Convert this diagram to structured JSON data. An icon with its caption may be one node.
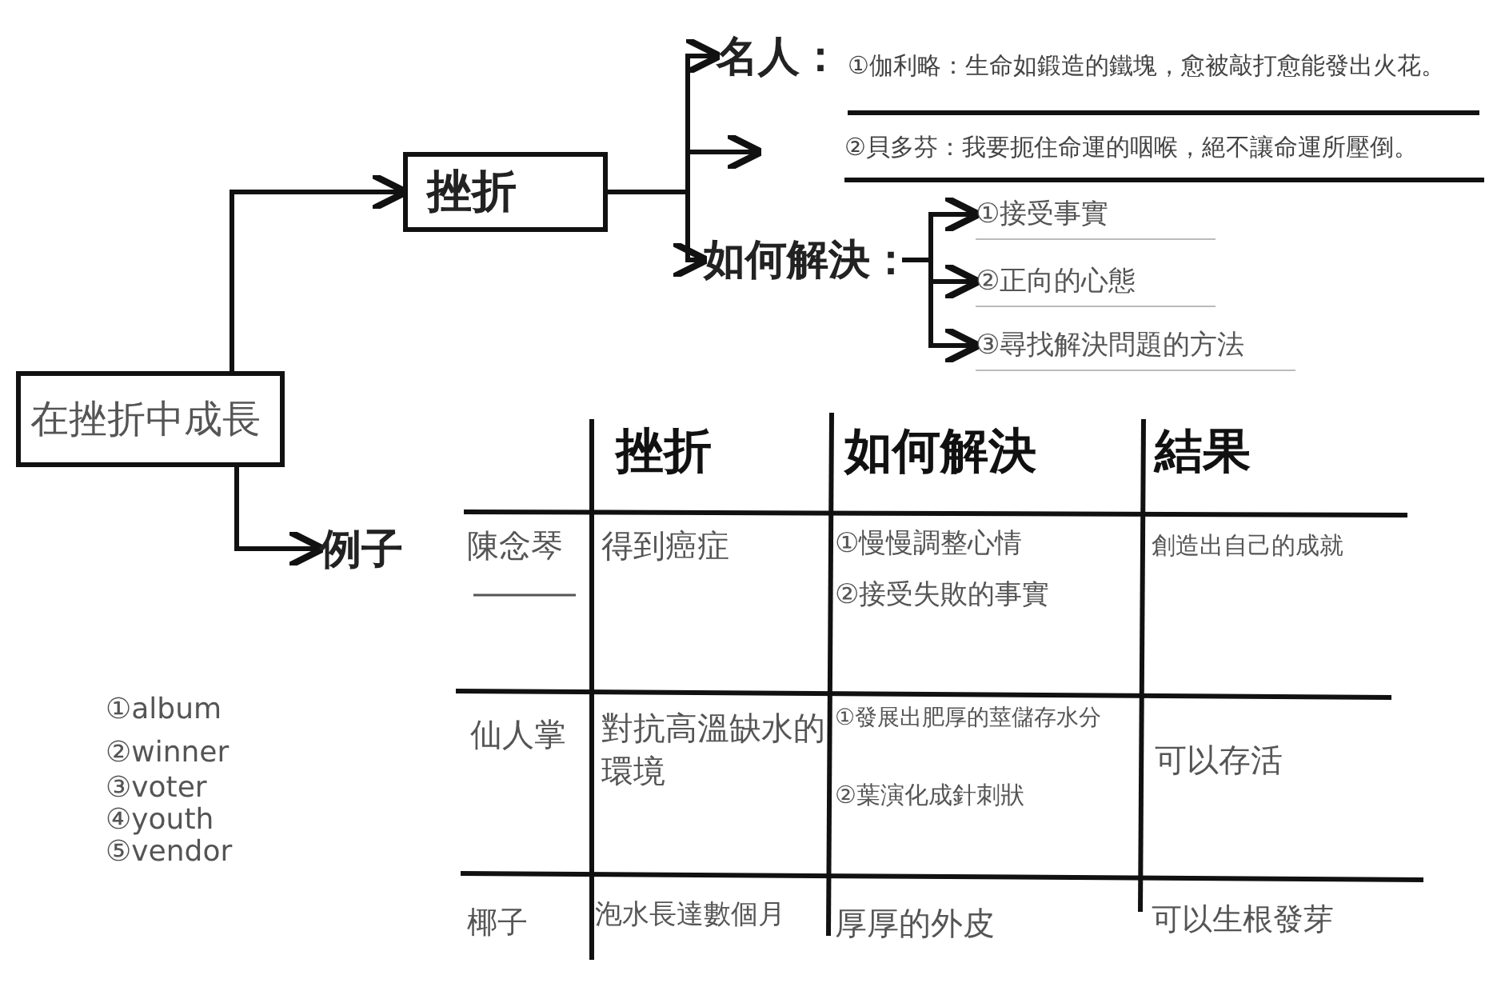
{
  "diagram": {
    "nodes": [
      {
        "text": [
          "在挫折中成長"
        ]
      },
      {
        "text": [
          "挫折"
        ]
      },
      {
        "text": [
          "例子"
        ]
      },
      {
        "text": [
          "名人："
        ]
      },
      {
        "text": [
          "①伽利略：生命如鍛造的鐵塊，愈被敲打愈能發出火花。"
        ]
      },
      {
        "text": [
          "②貝多芬：我要扼住命運的咽喉，絕不讓命運所壓倒。"
        ]
      },
      {
        "text": [
          "如何解決："
        ]
      },
      {
        "text": [
          "①接受事實"
        ]
      },
      {
        "text": [
          "②正向的心態"
        ]
      },
      {
        "text": [
          "③尋找解決問題的方法"
        ]
      }
    ],
    "edges": [
      {
        "from": 0,
        "to": 1,
        "arrow": "to"
      },
      {
        "from": 0,
        "to": 2,
        "arrow": "to"
      },
      {
        "from": 1,
        "to": 3,
        "arrow": "to"
      },
      {
        "from": 1,
        "to": 6,
        "arrow": "to"
      },
      {
        "from": 1,
        "to": null,
        "arrow": "to"
      },
      {
        "from": 6,
        "to": 7,
        "arrow": "to"
      },
      {
        "from": 6,
        "to": 8,
        "arrow": "to"
      },
      {
        "from": 6,
        "to": 9,
        "arrow": "to"
      }
    ],
    "labels": [
      "挫折",
      "如何解決",
      "結果",
      "陳念琴",
      "得到癌症",
      "①慢慢調整心情",
      "②接受失敗的事實",
      "創造出自己的成就",
      "仙人掌",
      "對抗高溫缺水的環境",
      "①發展出肥厚的莖儲存水分",
      "②葉演化成針刺狀",
      "可以存活",
      "椰子",
      "泡水長達數個月",
      "厚厚的外皮",
      "可以生根發芽",
      "①album",
      "②winner",
      "③voter",
      "④youth",
      "⑤vendor"
    ]
  }
}
